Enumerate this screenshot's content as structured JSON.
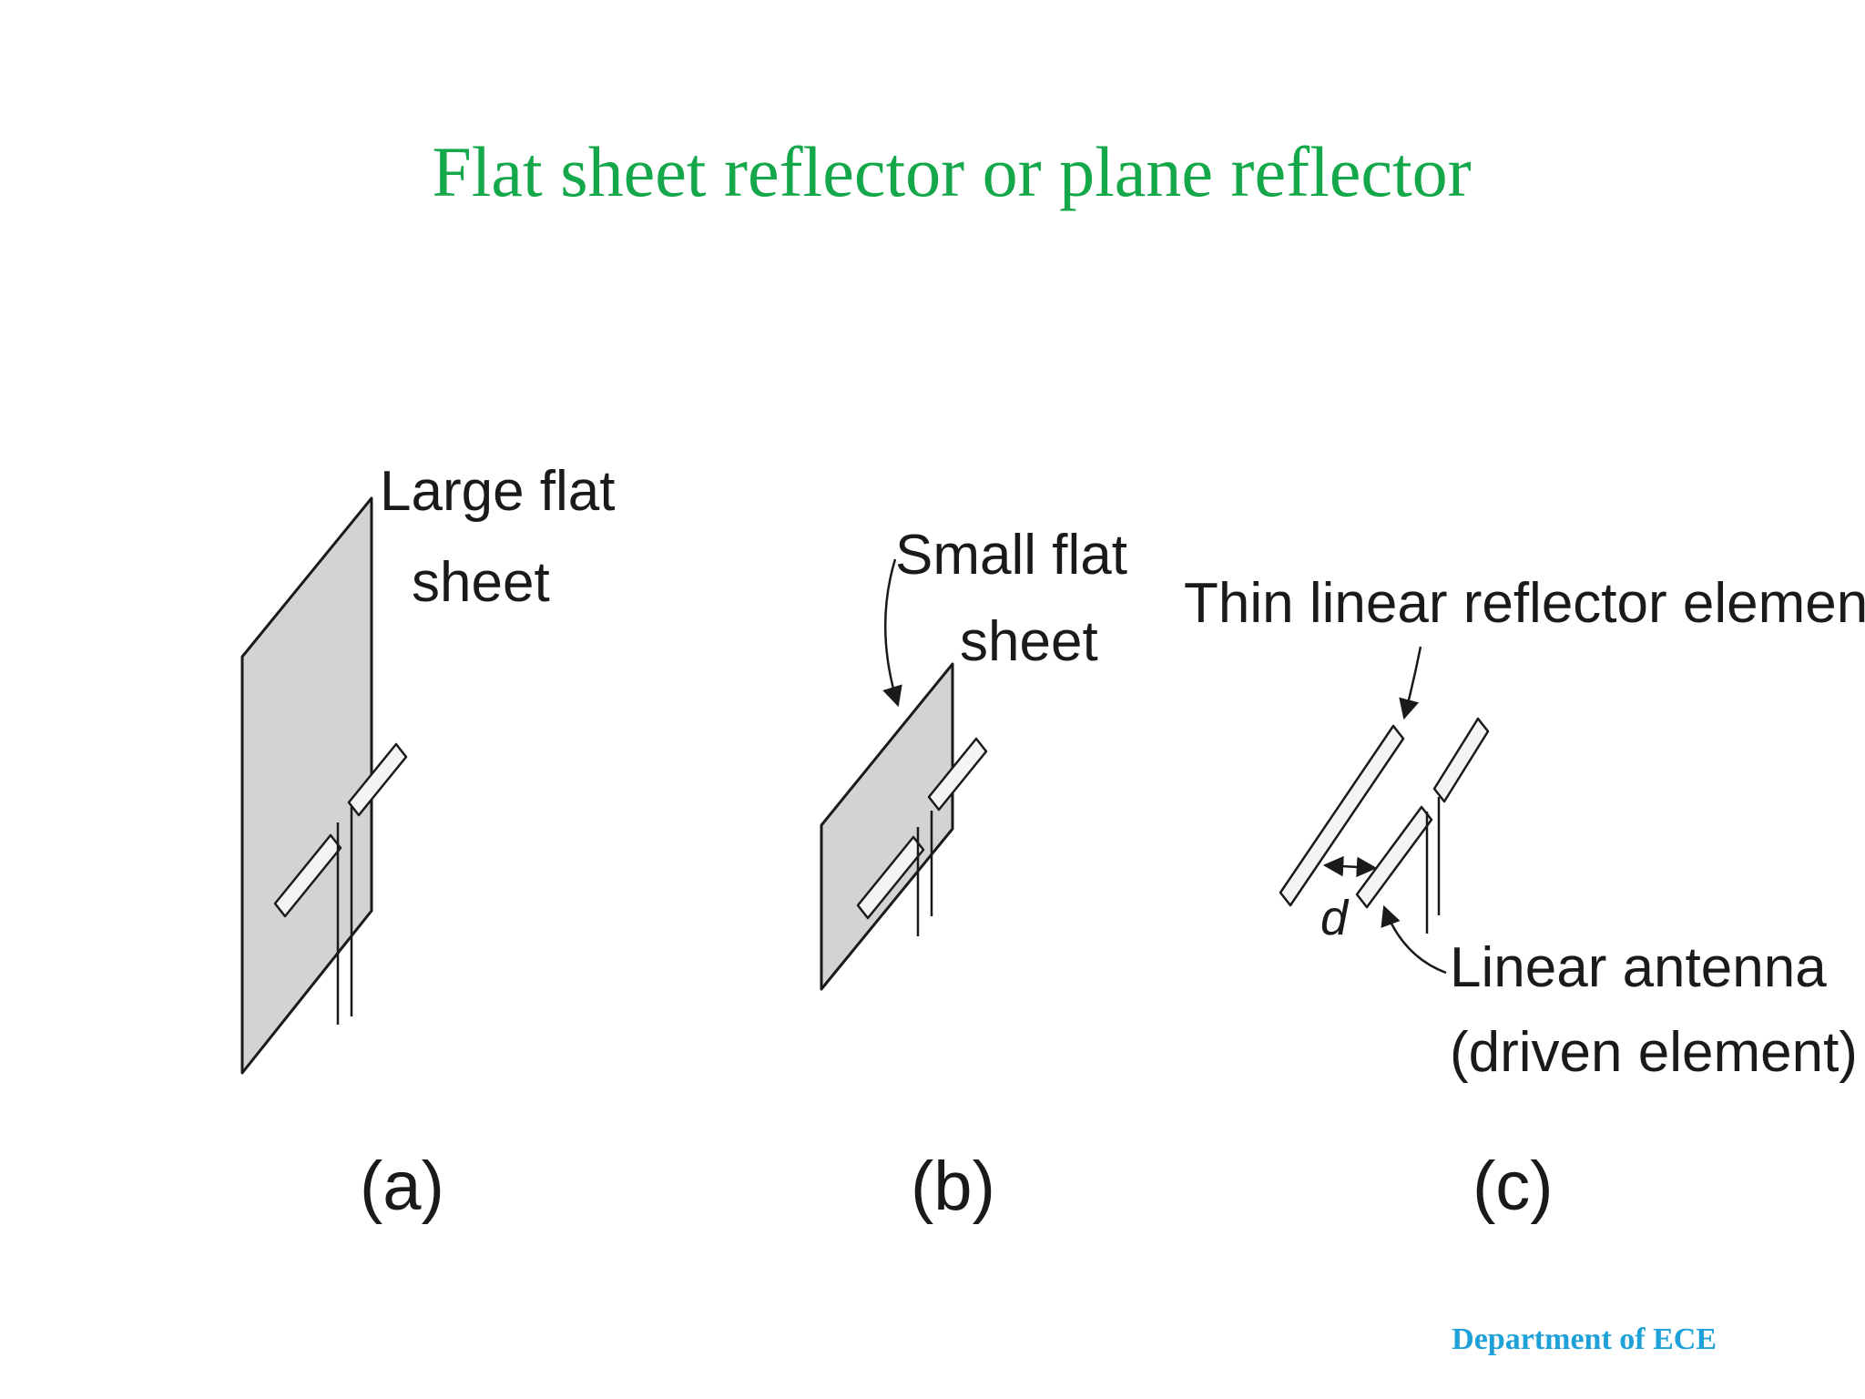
{
  "slide": {
    "title": "Flat sheet reflector or plane reflector",
    "footer": "Department of ECE",
    "colors": {
      "title": "#14a84a",
      "footer": "#1ea0d8",
      "sheet_fill": "#d3d3d3"
    }
  },
  "figures": {
    "a": {
      "label_line1": "Large flat",
      "label_line2": "sheet",
      "caption": "(a)"
    },
    "b": {
      "label_line1": "Small flat",
      "label_line2": "sheet",
      "caption": "(b)"
    },
    "c": {
      "reflector_label": "Thin linear reflector element",
      "spacing_label": "d",
      "antenna_line1": "Linear antenna",
      "antenna_line2": "(driven element)",
      "caption": "(c)"
    }
  }
}
